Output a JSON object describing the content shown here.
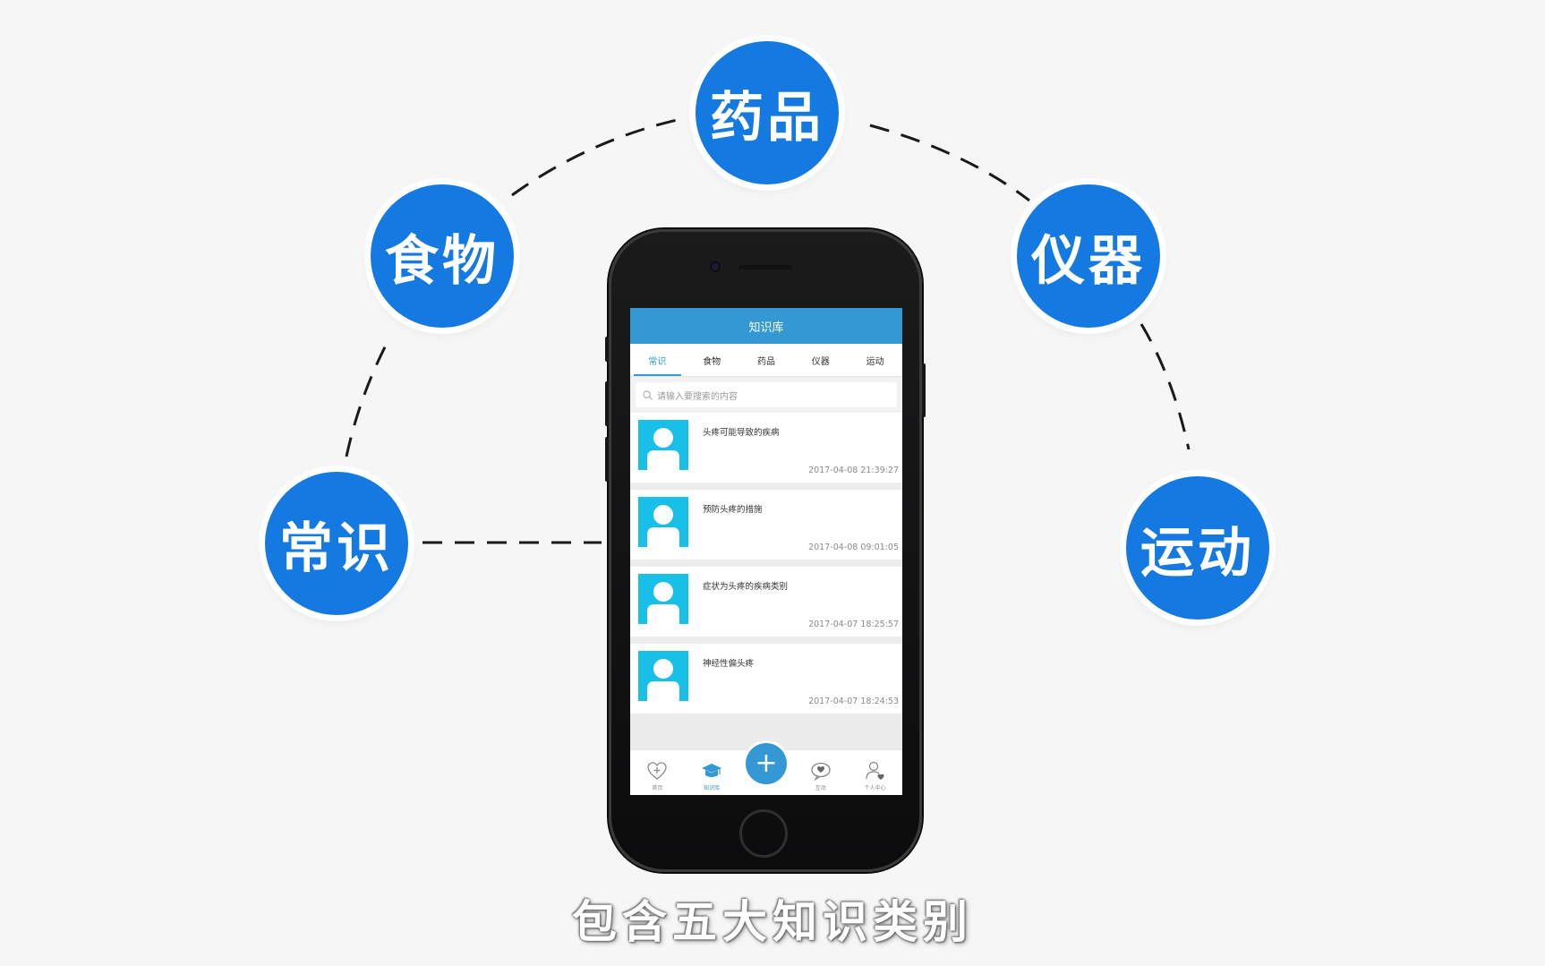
{
  "bubbles": {
    "medicine": "药品",
    "food": "食物",
    "instrument": "仪器",
    "common": "常识",
    "exercise": "运动"
  },
  "colors": {
    "bubble": "#1479e0",
    "app_primary": "#3398d3",
    "avatar": "#18c0e8"
  },
  "app": {
    "title": "知识库",
    "tabs": [
      {
        "label": "常识",
        "active": true
      },
      {
        "label": "食物",
        "active": false
      },
      {
        "label": "药品",
        "active": false
      },
      {
        "label": "仪器",
        "active": false
      },
      {
        "label": "运动",
        "active": false
      }
    ],
    "search": {
      "placeholder": "请输入要搜索的内容"
    },
    "items": [
      {
        "title": "头疼可能导致的疾病",
        "time": "2017-04-08 21:39:27"
      },
      {
        "title": "预防头疼的措施",
        "time": "2017-04-08 09:01:05"
      },
      {
        "title": "症状为头疼的疾病类别",
        "time": "2017-04-07 18:25:57"
      },
      {
        "title": "神经性偏头疼",
        "time": "2017-04-07 18:24:53"
      }
    ],
    "tabbar": [
      {
        "label": "首页",
        "icon": "heart-plus-icon"
      },
      {
        "label": "知识库",
        "icon": "graduation-cap-icon"
      },
      {
        "label": "",
        "icon": "plus-icon"
      },
      {
        "label": "互动",
        "icon": "chat-heart-icon"
      },
      {
        "label": "个人中心",
        "icon": "user-heart-icon"
      }
    ]
  },
  "caption": "包含五大知识类别"
}
